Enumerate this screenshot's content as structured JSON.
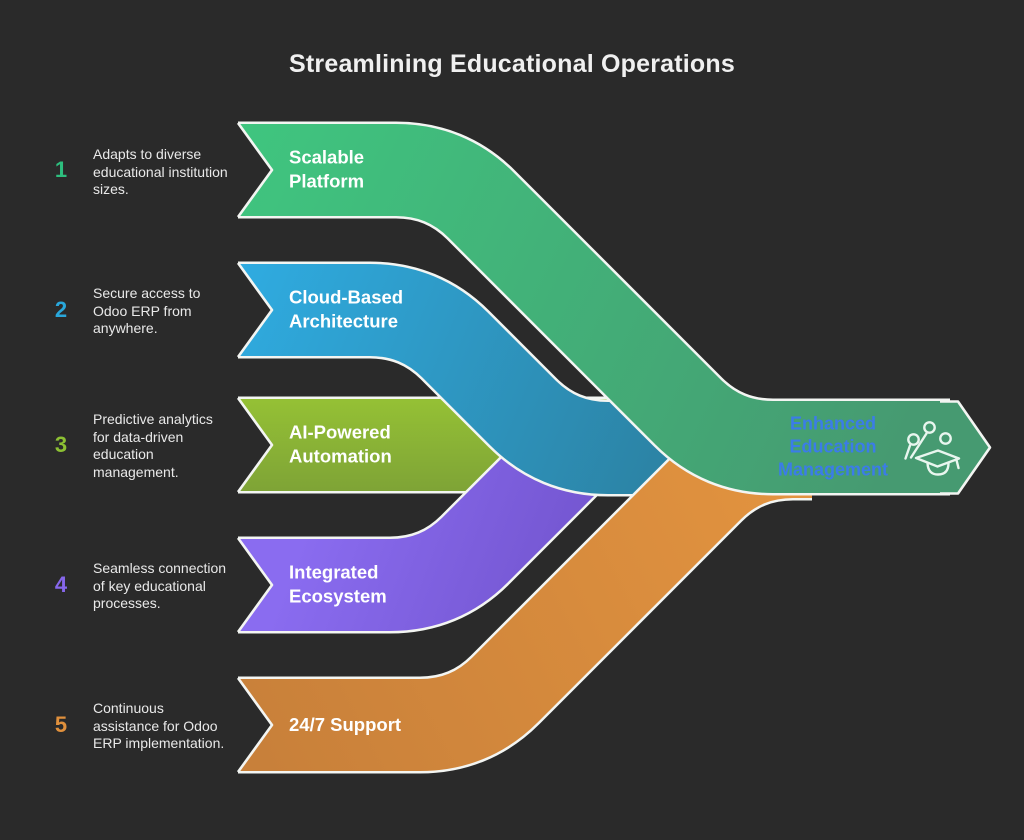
{
  "title": "Streamlining Educational Operations",
  "colors": {
    "background": "#2a2a2a",
    "outline": "#f3f5f2",
    "title_text": "#f0f0f0",
    "description_text": "#e9e9e9",
    "band_label_text": "#ffffff"
  },
  "items": [
    {
      "number": "1",
      "number_color": "#2dbe7e",
      "description": "Adapts to diverse educational institution sizes.",
      "label": "Scalable Platform",
      "gradient": [
        "#3fc57f",
        "#469a71"
      ]
    },
    {
      "number": "2",
      "number_color": "#29a7db",
      "description": "Secure access to Odoo ERP from anywhere.",
      "label": "Cloud-Based Architecture",
      "gradient": [
        "#2fabe0",
        "#2c80a0"
      ]
    },
    {
      "number": "3",
      "number_color": "#8cc033",
      "description": "Predictive analytics for data-driven education management.",
      "label": "AI-Powered Automation",
      "gradient": [
        "#95c135",
        "#7ea336"
      ]
    },
    {
      "number": "4",
      "number_color": "#8667eb",
      "description": "Seamless connection of key educational processes.",
      "label": "Integrated Ecosystem",
      "gradient": [
        "#8a6cf0",
        "#7355cf"
      ]
    },
    {
      "number": "5",
      "number_color": "#e0903c",
      "description": "Continuous assistance for Odoo ERP implementation.",
      "label": "24/7 Support",
      "gradient": [
        "#c8803a",
        "#e2933f"
      ]
    }
  ],
  "result": {
    "label": "Enhanced Education Management",
    "text_color": "#3b7ce8",
    "icon": "graduation-cap-network-icon"
  }
}
